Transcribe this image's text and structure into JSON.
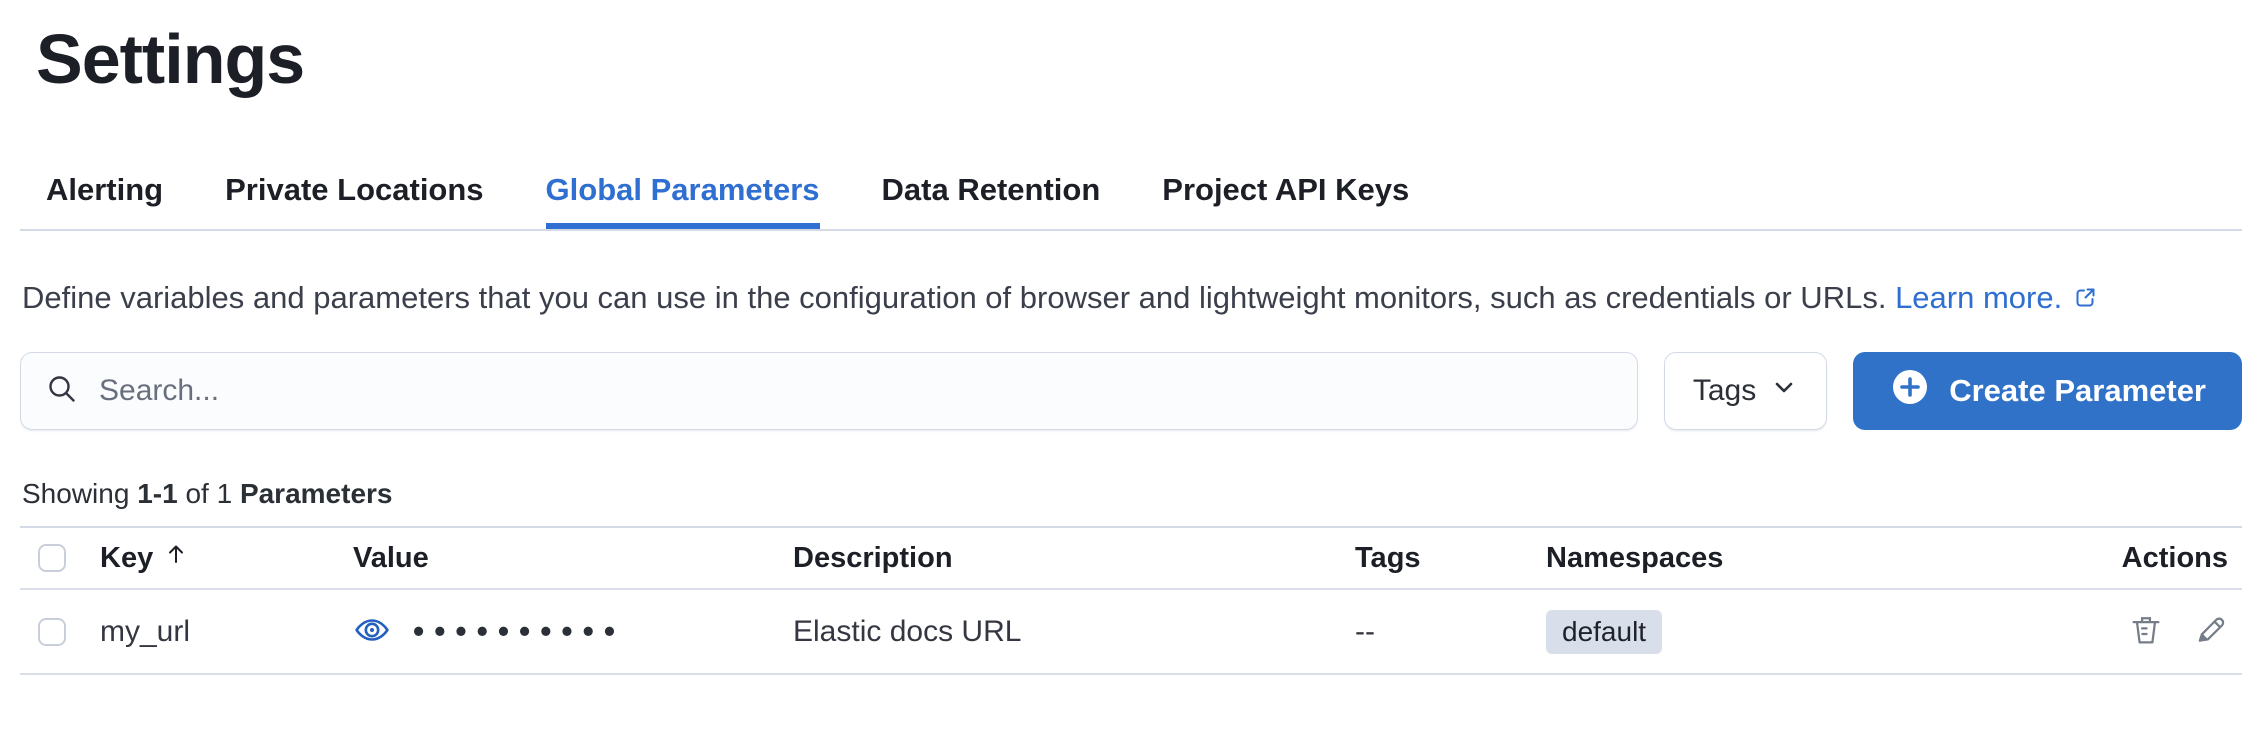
{
  "colors": {
    "primary_blue": "#2e6fd1",
    "button_blue": "#3172c9",
    "text_dark": "#1c1f26",
    "border_gray": "#d3dae6",
    "badge_bg": "#d9dfea",
    "icon_gray": "#757d89"
  },
  "header": {
    "title": "Settings"
  },
  "tabs": [
    {
      "label": "Alerting",
      "active": false
    },
    {
      "label": "Private Locations",
      "active": false
    },
    {
      "label": "Global Parameters",
      "active": true
    },
    {
      "label": "Data Retention",
      "active": false
    },
    {
      "label": "Project API Keys",
      "active": false
    }
  ],
  "intro": {
    "text": "Define variables and parameters that you can use in the configuration of browser and lightweight monitors, such as credentials or URLs.",
    "link_label": "Learn more."
  },
  "toolbar": {
    "search_placeholder": "Search...",
    "search_value": "",
    "tags_filter_label": "Tags",
    "create_button_label": "Create Parameter"
  },
  "summary": {
    "showing_label": "Showing",
    "range": "1-1",
    "of_label": "of",
    "total": "1",
    "entity_label": "Parameters"
  },
  "table": {
    "columns": {
      "key": "Key",
      "value": "Value",
      "description": "Description",
      "tags": "Tags",
      "namespaces": "Namespaces",
      "actions": "Actions"
    },
    "sort": {
      "column": "Key",
      "direction": "ascending"
    },
    "rows": [
      {
        "key": "my_url",
        "value_masked": "••••••••••",
        "description": "Elastic docs URL",
        "tags": "--",
        "namespace_badge": "default"
      }
    ]
  }
}
